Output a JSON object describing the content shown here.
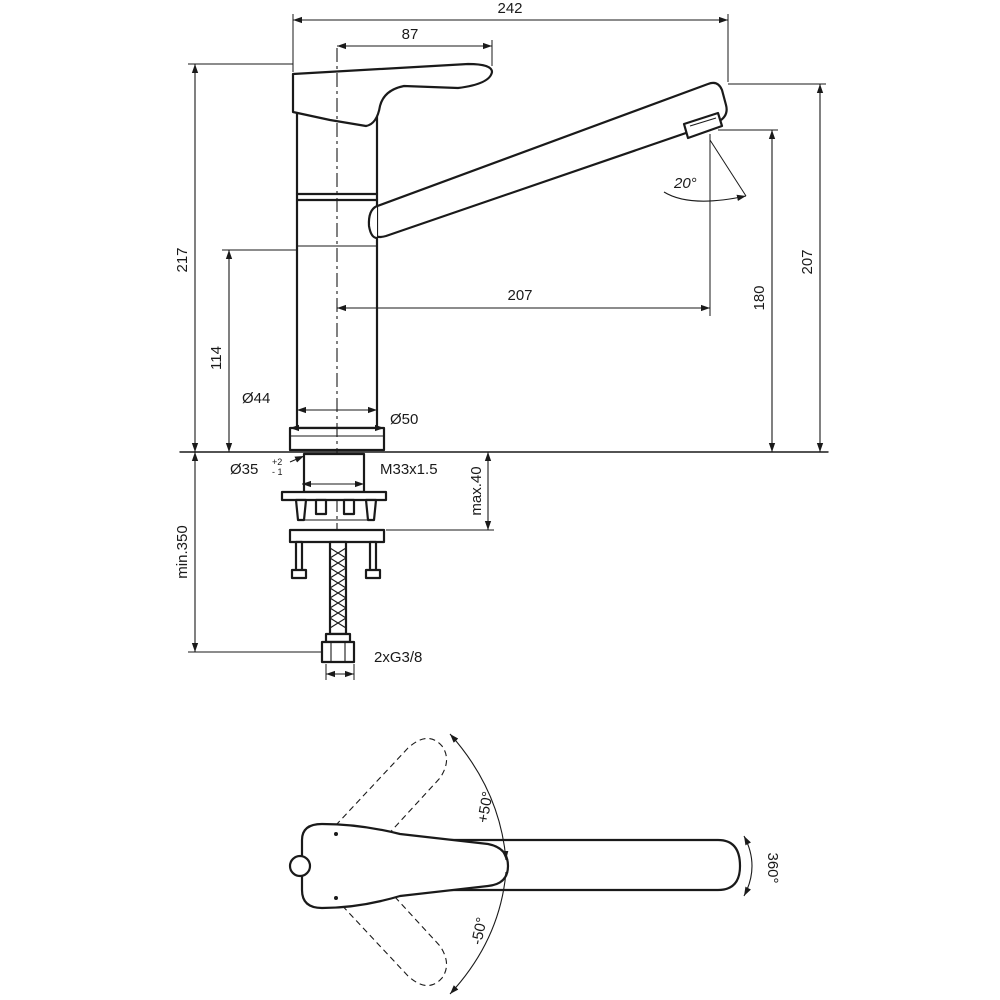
{
  "dimensions": {
    "overall_width": "242",
    "lever_length": "87",
    "total_height": "217",
    "body_height": "114",
    "spout_reach": "207",
    "spout_height": "207",
    "outlet_height": "180",
    "spout_angle": "20°",
    "diameter_body": "Ø44",
    "diameter_base": "Ø50",
    "diameter_hole": "Ø35",
    "hole_tol_upper": "+2",
    "hole_tol_lower": "- 1",
    "thread": "M33x1.5",
    "max_deck": "max.40",
    "min_hose": "min.350",
    "connection": "2xG3/8"
  },
  "plan_view": {
    "lever_plus": "+50°",
    "lever_minus": "-50°",
    "spout_rotation": "360°"
  }
}
